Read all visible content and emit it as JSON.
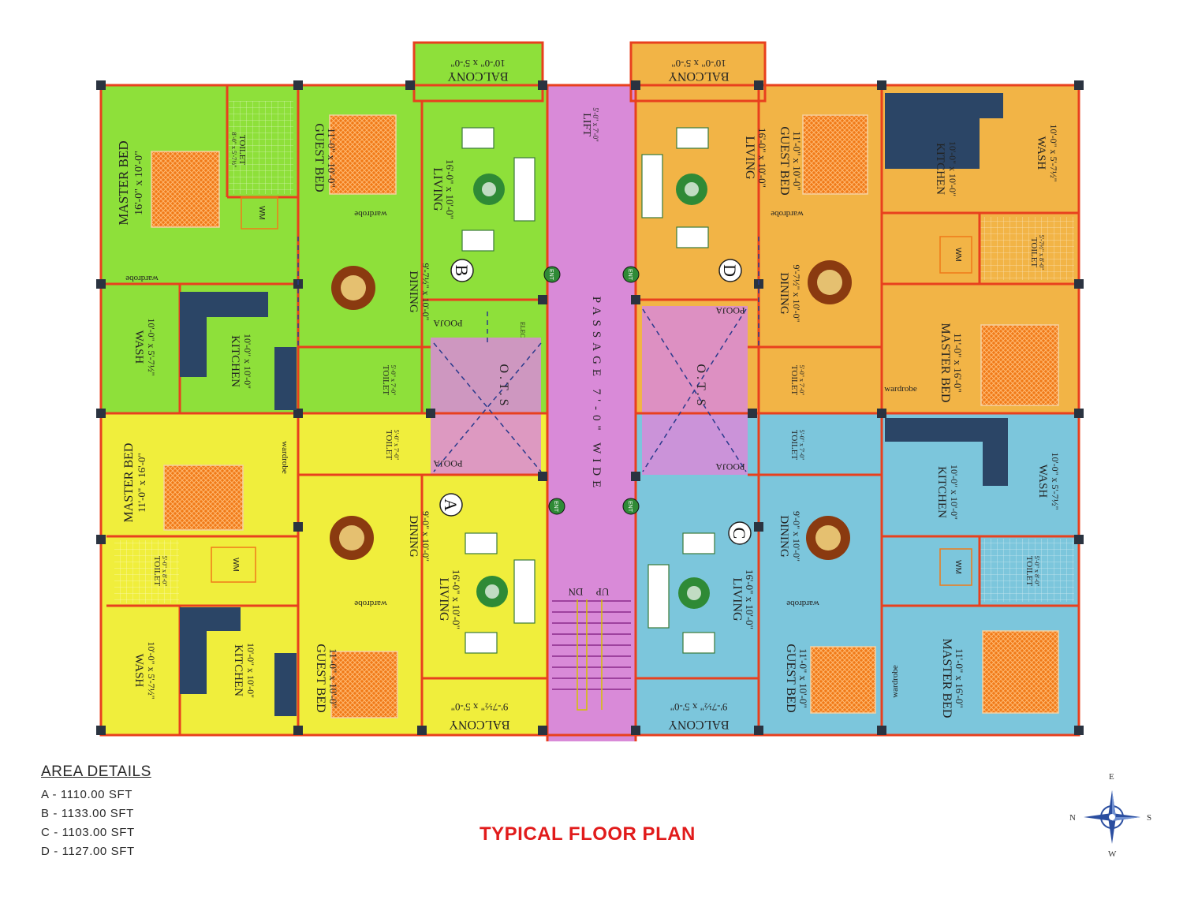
{
  "title": "TYPICAL FLOOR PLAN",
  "area_details": {
    "heading": "AREA DETAILS",
    "items": [
      "A - 1110.00 SFT",
      "B - 1133.00 SFT",
      "C - 1103.00 SFT",
      "D - 1127.00 SFT"
    ]
  },
  "colors": {
    "flat_a": "#f0ee3c",
    "flat_b": "#8ee03a",
    "flat_c": "#7cc6dc",
    "flat_d": "#f2b446",
    "passage": "#d98ad8",
    "walls": "#e8401e",
    "furniture": "#f07a18"
  },
  "flats": {
    "a": "A",
    "b": "B",
    "c": "C",
    "d": "D"
  },
  "rooms": {
    "b_master": [
      "MASTER BED",
      "16'-0\" x 10'-0\""
    ],
    "b_toilet": [
      "TOILET",
      "8'-0\" x 5'-7½\""
    ],
    "b_guest": [
      "GUEST BED",
      "11'-0\" x 10'-0\""
    ],
    "b_living": [
      "LIVING",
      "16'-0\" x 10'-0\""
    ],
    "b_balcony": [
      "BALCONY",
      "10'-0\" x 5'-0\""
    ],
    "b_dining": [
      "DINING",
      "9'-7½\" x 10'-0\""
    ],
    "b_wash": [
      "WASH",
      "10'-0\" x 5'-7½\""
    ],
    "b_kitchen": [
      "KITCHEN",
      "10'-0\" x 10'-0\""
    ],
    "b_toilet2": [
      "TOILET",
      "5'-0\" x 7'-0\""
    ],
    "a_master": [
      "MASTER BED",
      "11'-0\" x 16'-0\""
    ],
    "a_toilet": [
      "TOILET",
      "5'-0\" x 8'-0\""
    ],
    "a_toilet2": [
      "TOILET",
      "5'-0\" x 7'-0\""
    ],
    "a_dining": [
      "DINING",
      "9'-0\" x 10'-0\""
    ],
    "a_living": [
      "LIVING",
      "16'-0\" x 10'-0\""
    ],
    "a_wash": [
      "WASH",
      "10'-0\" x 5'-7½\""
    ],
    "a_kitchen": [
      "KITCHEN",
      "10'-0\" x 10'-0\""
    ],
    "a_guest": [
      "GUEST BED",
      "11'-0\" x 10'-0\""
    ],
    "a_balcony": [
      "BALCONY",
      "9'-7½\" x 5'-0\""
    ],
    "d_living": [
      "LIVING",
      "16'-0\" x 10'-0\""
    ],
    "d_balcony": [
      "BALCONY",
      "10'-0\" x 5'-0\""
    ],
    "d_guest": [
      "GUEST BED",
      "11'-0\" x 10'-0\""
    ],
    "d_kitchen": [
      "KITCHEN",
      "10'-0\" x 10'-0\""
    ],
    "d_wash": [
      "WASH",
      "10'-0\" x 5'-7½\""
    ],
    "d_toilet": [
      "TOILET",
      "5'-7½\" x 8'-0\""
    ],
    "d_dining": [
      "DINING",
      "9'-7½\" x 10'-0\""
    ],
    "d_master": [
      "MASTER BED",
      "11'-0\" x 16'-0\""
    ],
    "d_toilet2": [
      "TOILET",
      "5'-0\" x 7'-0\""
    ],
    "c_toilet": [
      "TOILET",
      "5'-0\" x 7'-0\""
    ],
    "c_kitchen": [
      "KITCHEN",
      "10'-0\" x 10'-0\""
    ],
    "c_wash": [
      "WASH",
      "10'-0\" x 5'-7½\""
    ],
    "c_dining": [
      "DINING",
      "9'-0\" x 10'-0\""
    ],
    "c_living": [
      "LIVING",
      "16'-0\" x 10'-0\""
    ],
    "c_toilet2": [
      "TOILET",
      "5'-0\" x 8'-0\""
    ],
    "c_guest": [
      "GUEST BED",
      "11'-0\" x 10'-0\""
    ],
    "c_master": [
      "MASTER BED",
      "11'-0\" x 16'-0\""
    ],
    "c_balcony": [
      "BALCONY",
      "9'-7½\" x 5'-0\""
    ]
  },
  "labels": {
    "lift": [
      "LIFT",
      "5'-0\" x 7'-0\""
    ],
    "passage": "PASSAGE  7'-0\"  WIDE",
    "ots": "O.T.S",
    "pooja": "POOJA",
    "wm": "WM",
    "wardrobe": "wardrobe",
    "ent": "ENT",
    "up": "UP",
    "dn": "DN",
    "elec": "ELEC"
  },
  "compass": {
    "n": "N",
    "s": "S",
    "e": "E",
    "w": "W"
  }
}
